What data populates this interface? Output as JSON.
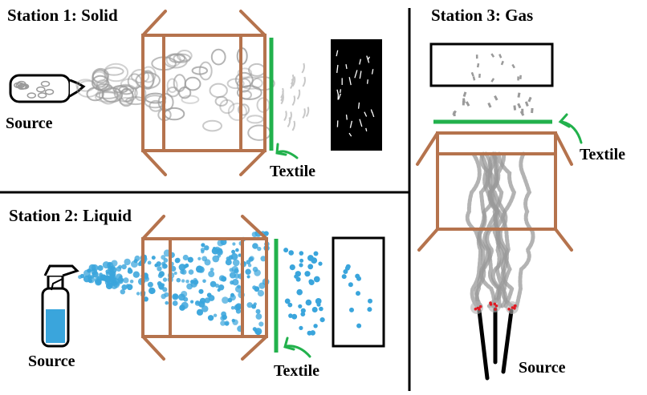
{
  "stations": [
    {
      "title": "Station 1: Solid",
      "source_label": "Source",
      "textile_label": "Textile"
    },
    {
      "title": "Station 2: Liquid",
      "source_label": "Source",
      "textile_label": "Textile"
    },
    {
      "title": "Station 3: Gas",
      "source_label": "Source",
      "textile_label": "Textile"
    }
  ],
  "colors": {
    "frame": "#b5734d",
    "textile": "#22b14c",
    "liquid": "#3aa5dc",
    "smoke": "#9a9a9a",
    "ember": "#e01b24",
    "panel_dark": "#000000",
    "divider": "#000000"
  }
}
